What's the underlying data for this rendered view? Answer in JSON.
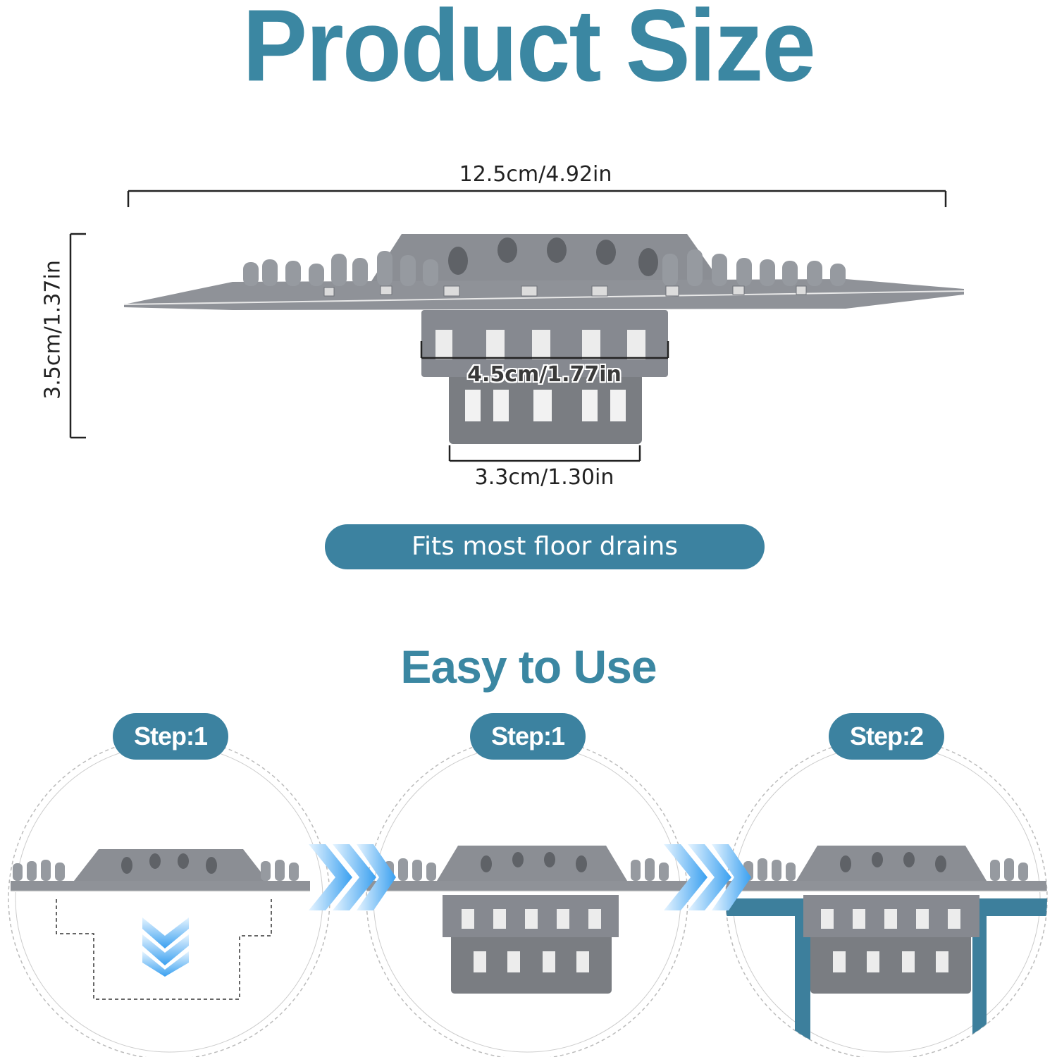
{
  "header": {
    "title": "Product Size"
  },
  "dimensions": {
    "width": "12.5cm/4.92in",
    "height": "3.5cm/1.37in",
    "inner_diameter": "4.5cm/1.77in",
    "bottom_diameter": "3.3cm/1.30in"
  },
  "badge": {
    "text": "Fits most floor drains"
  },
  "usage": {
    "title": "Easy to Use",
    "steps": [
      {
        "label": "Step:1"
      },
      {
        "label": "Step:1"
      },
      {
        "label": "Step:2"
      }
    ]
  },
  "colors": {
    "accent": "#3c82a0",
    "product_gray": "#8a8d92",
    "arrow_blue": "#6fb8f0",
    "drain_blue": "#3d7f9c"
  }
}
